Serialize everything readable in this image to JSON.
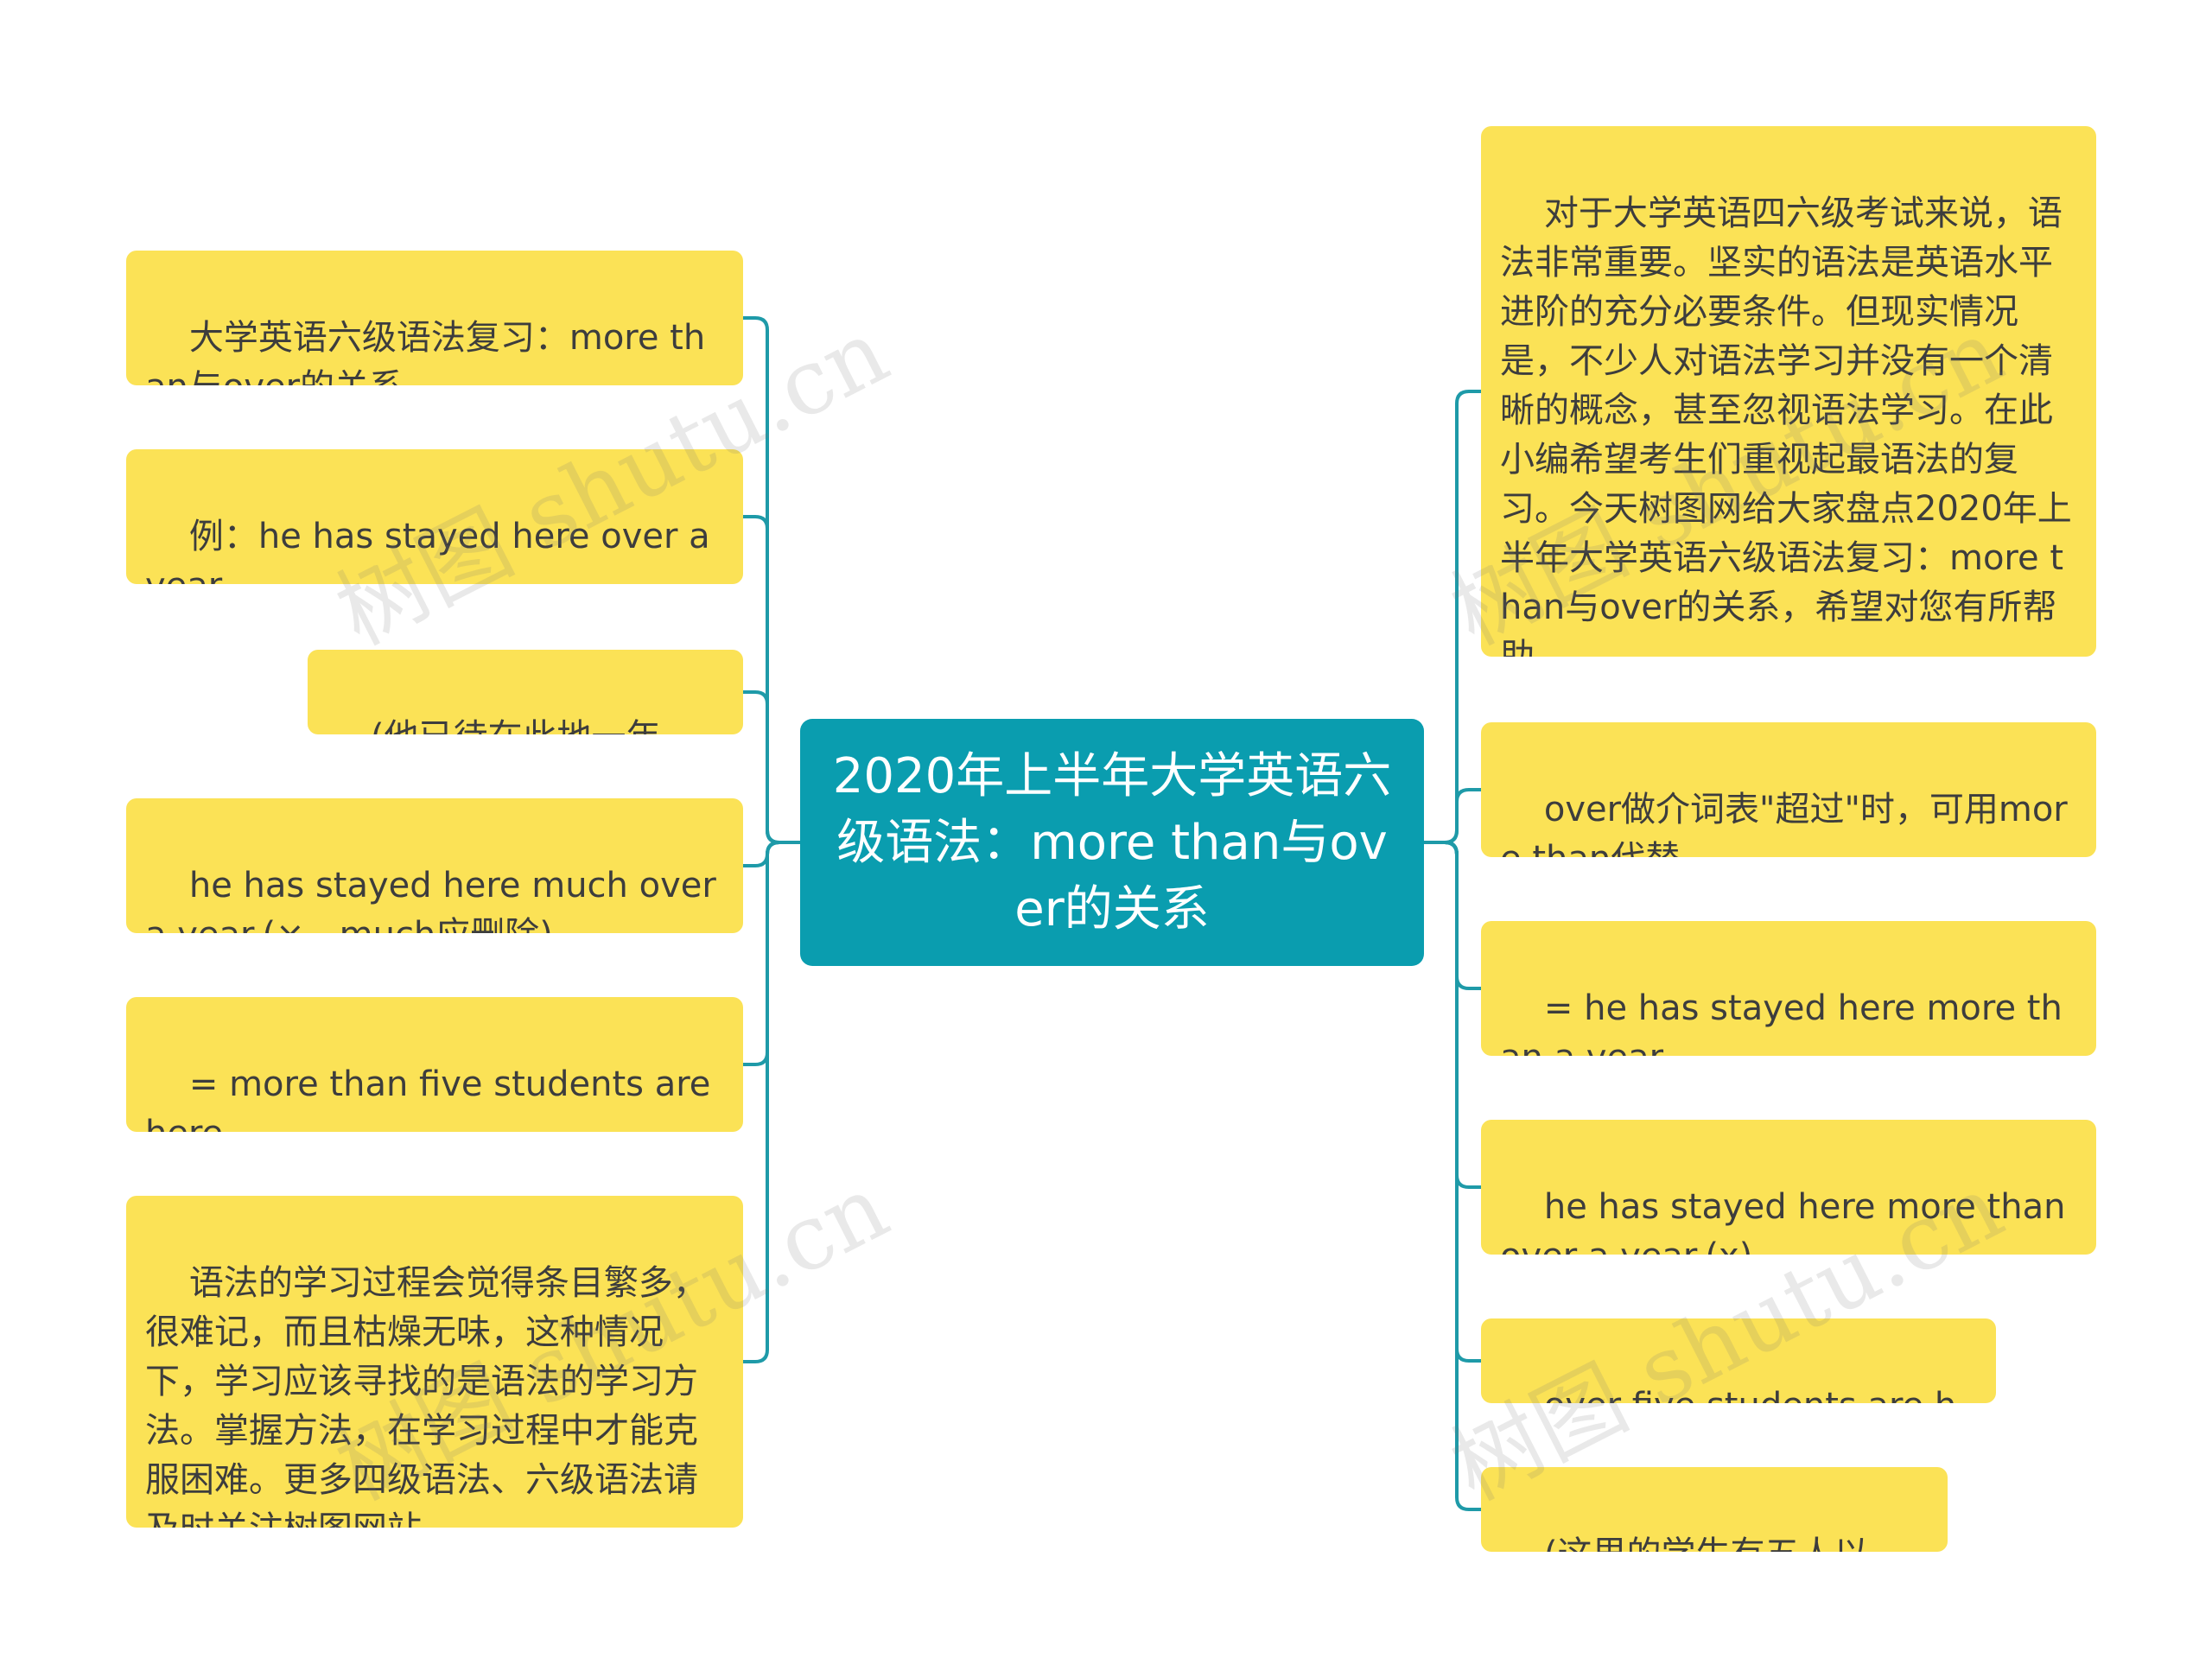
{
  "mindmap": {
    "link_color": "#1e9aa8",
    "center": {
      "text": "2020年上半年大学英语六级语法：more than与over的关系"
    },
    "left": [
      {
        "text": "大学英语六级语法复习：more than与over的关系"
      },
      {
        "text": "例：he has stayed here over a year."
      },
      {
        "text": "(他已待在此地一年多。)"
      },
      {
        "text": "he has stayed here much over a year.(×，much应删除)"
      },
      {
        "text": "= more than five students are here."
      },
      {
        "text": "语法的学习过程会觉得条目繁多，很难记，而且枯燥无味，这种情况下，学习应该寻找的是语法的学习方法。掌握方法，在学习过程中才能克服困难。更多四级语法、六级语法请及时关注树图网站。"
      }
    ],
    "right": [
      {
        "text": "对于大学英语四六级考试来说，语法非常重要。坚实的语法是英语水平进阶的充分必要条件。但现实情况是，不少人对语法学习并没有一个清晰的概念，甚至忽视语法学习。在此小编希望考生们重视起最语法的复习。今天树图网给大家盘点2020年上半年大学英语六级语法复习：more than与over的关系，希望对您有所帮助。"
      },
      {
        "text": "over做介词表\"超过\"时，可用more than代替。"
      },
      {
        "text": "= he has stayed here more than a year."
      },
      {
        "text": "he has stayed here more than over a year.(x)"
      },
      {
        "text": "over five students are here."
      },
      {
        "text": "(这里的学生有五人以上。)"
      }
    ]
  },
  "watermark": {
    "text": "树图 shutu.cn"
  }
}
